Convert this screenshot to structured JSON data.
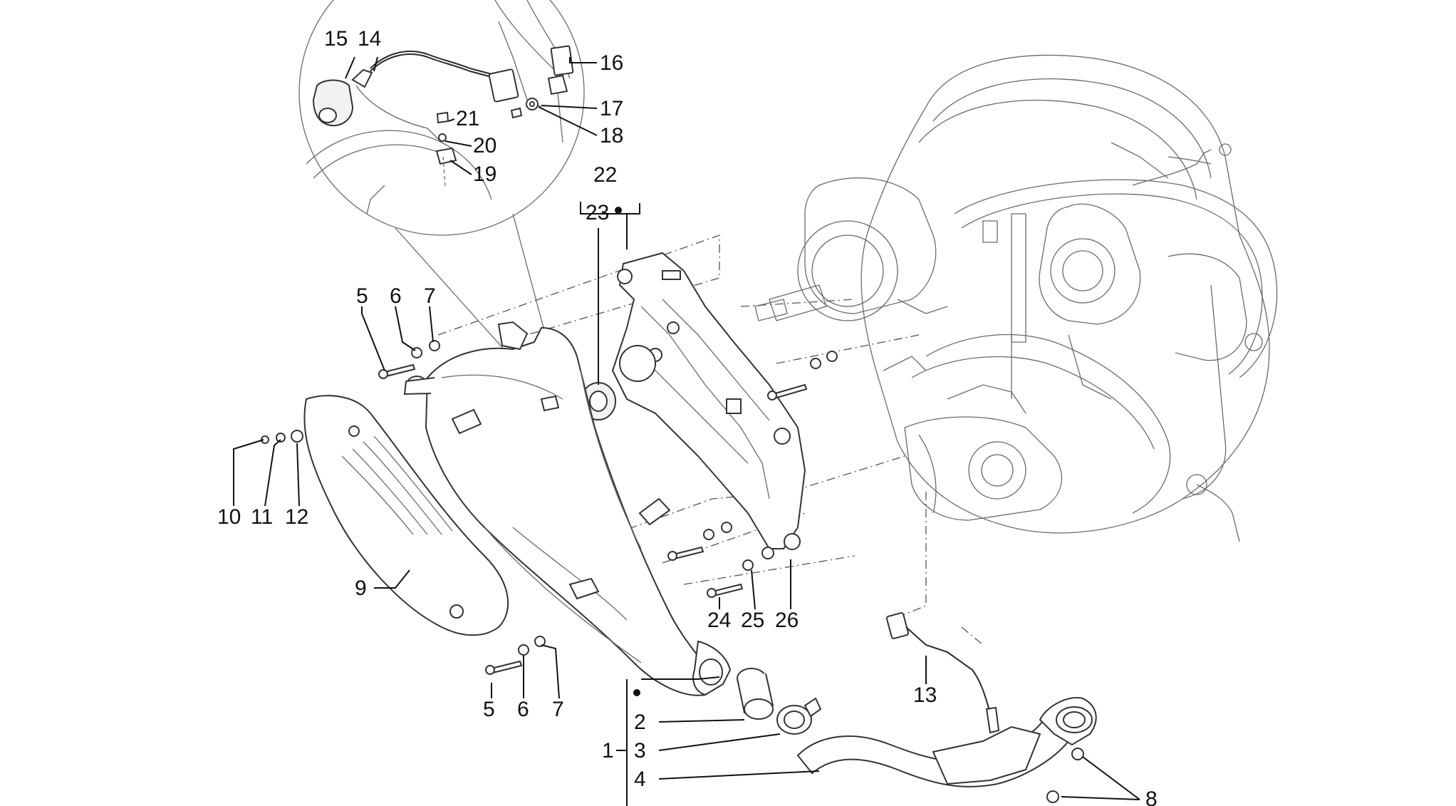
{
  "labels": {
    "p1": "1",
    "p2": "2",
    "p3": "3",
    "p4": "4",
    "p5a": "5",
    "p6a": "6",
    "p7a": "7",
    "p5b": "5",
    "p6b": "6",
    "p7b": "7",
    "p8": "8",
    "p9": "9",
    "p10": "10",
    "p11": "11",
    "p12": "12",
    "p13": "13",
    "p14": "14",
    "p15": "15",
    "p16": "16",
    "p17": "17",
    "p18": "18",
    "p19": "19",
    "p20": "20",
    "p21": "21",
    "p22": "22",
    "p23": "23",
    "p24": "24",
    "p25": "25",
    "p26": "26"
  },
  "colors": {
    "line": "#2a2a2a",
    "background": "#ffffff",
    "label": "#111111"
  }
}
